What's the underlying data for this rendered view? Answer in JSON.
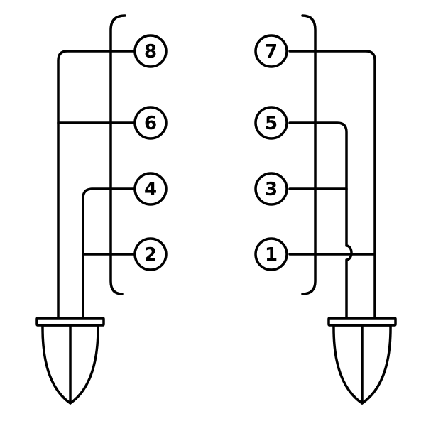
{
  "connector_left": {
    "pins": [
      {
        "id": "pin-8",
        "label": "8"
      },
      {
        "id": "pin-6",
        "label": "6"
      },
      {
        "id": "pin-4",
        "label": "4"
      },
      {
        "id": "pin-2",
        "label": "2"
      }
    ]
  },
  "connector_right": {
    "pins": [
      {
        "id": "pin-7",
        "label": "7"
      },
      {
        "id": "pin-5",
        "label": "5"
      },
      {
        "id": "pin-3",
        "label": "3"
      },
      {
        "id": "pin-1",
        "label": "1"
      }
    ]
  },
  "colors": {
    "line": "#000000",
    "background": "#ffffff"
  }
}
